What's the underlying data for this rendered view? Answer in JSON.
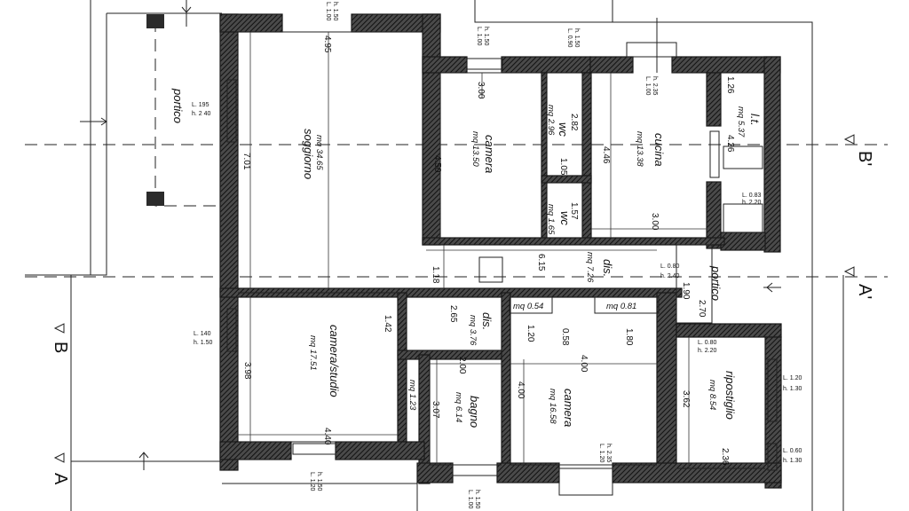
{
  "rooms": {
    "portico_left": {
      "name": "portico",
      "dim_w": "L. 195",
      "dim_h": "h. 2 40"
    },
    "soggiorno": {
      "name": "soggiorno",
      "area": "mq 34.65",
      "dim_top": "4.95",
      "dim_side": "7.01"
    },
    "camera1": {
      "name": "camera",
      "area": "mq 13.50",
      "dim_top": "3.00",
      "dim_side": "4.50"
    },
    "wc1": {
      "name": "wc",
      "area": "mq 2.96",
      "d1": "2.82",
      "d2": "1.05"
    },
    "wc2": {
      "name": "wc",
      "area": "mq 1.65",
      "d1": "1.57"
    },
    "cucina": {
      "name": "cucina",
      "area": "mq 13.38",
      "dim_side": "4.46",
      "dim_bottom": "3.00"
    },
    "lt": {
      "name": "l.t.",
      "area": "mq 5.37",
      "d1": "1.26",
      "d2": "4.26"
    },
    "corridor": {
      "name": "dis.",
      "area": "mq 7.26",
      "d1": "6.15",
      "d2": "1.18"
    },
    "portico_right": {
      "name": "portico",
      "d1": "1.90",
      "d2": "2.70"
    },
    "camera_studio": {
      "name": "camera/studio",
      "area": "mq 17.51",
      "dim_side": "3.98",
      "dim_bottom": "4.40"
    },
    "dis2": {
      "name": "dis.",
      "area": "mq 3.76",
      "d1": "2.65",
      "d2": "1.42",
      "d3": "1.20"
    },
    "cl1": {
      "area": "mq 1.23"
    },
    "cl2": {
      "area": "mq 0.54"
    },
    "cl3": {
      "area": "mq 0.81"
    },
    "bagno": {
      "name": "bagno",
      "area": "mq 6.14",
      "d1": "2.00",
      "d2": "3.07"
    },
    "camera2": {
      "name": "camera",
      "area": "mq 16.58",
      "d1": "4.00",
      "d2": "4.00",
      "d3": "0.58",
      "d4": "1.80"
    },
    "ripostiglio": {
      "name": "ripostiglio",
      "area": "mq 8.54",
      "d1": "3.62",
      "d2": "2.36"
    }
  },
  "openings": {
    "o1": {
      "l": "L. 1.00",
      "h": "h. 1.50"
    },
    "o2": {
      "l": "L. 0.90",
      "h": "h. 1.50"
    },
    "o3": {
      "l": "L. 1.00",
      "h": "h. 2.35"
    },
    "o4": {
      "l": "L. 0.83",
      "h": "h. 2.20"
    },
    "o5": {
      "l": "L. 0.80",
      "h": "h. 2.40"
    },
    "o6": {
      "l": "L. 140",
      "h": "h. 1.50"
    },
    "o7": {
      "l": "L. 0.80",
      "h": "h. 2.20"
    },
    "o8": {
      "l": "L. 1.20",
      "h": "h. 1.30"
    },
    "o9": {
      "l": "L. 0.60",
      "h": "h. 1.30"
    },
    "o10": {
      "l": "L. 1.20",
      "h": "h. 1.50"
    },
    "o11": {
      "l": "L. 1.20",
      "h": "h. 2.35"
    },
    "o12": {
      "l": "L. 1.00",
      "h": "h. 1.50"
    }
  },
  "sections": {
    "b_right": "B'",
    "a_right": "A'",
    "b_left": "B",
    "a_left": "A"
  }
}
